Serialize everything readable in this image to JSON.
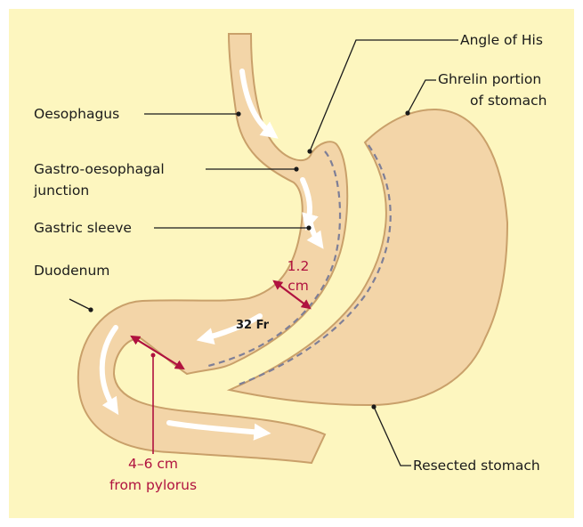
{
  "colors": {
    "background": "#fdf6bf",
    "organ_fill": "#f3d5a8",
    "organ_stroke": "#c9a06a",
    "arrow": "#ffffff",
    "staple_line": "#7e7f97",
    "measure": "#b0123f",
    "leader": "#1a1a1a"
  },
  "labels": {
    "angle_of_his": "Angle of His",
    "ghrelin_line1": "Ghrelin portion",
    "ghrelin_line2": "of stomach",
    "oesophagus": "Oesophagus",
    "ge_junction_line1": "Gastro-oesophagal",
    "ge_junction_line2": "junction",
    "gastric_sleeve": "Gastric sleeve",
    "duodenum": "Duodenum",
    "width_line1": "1.2",
    "width_line2": "cm",
    "bougie": "32 Fr",
    "distance_line1": "4–6 cm",
    "distance_line2": "from pylorus",
    "resected_stomach": "Resected stomach"
  }
}
